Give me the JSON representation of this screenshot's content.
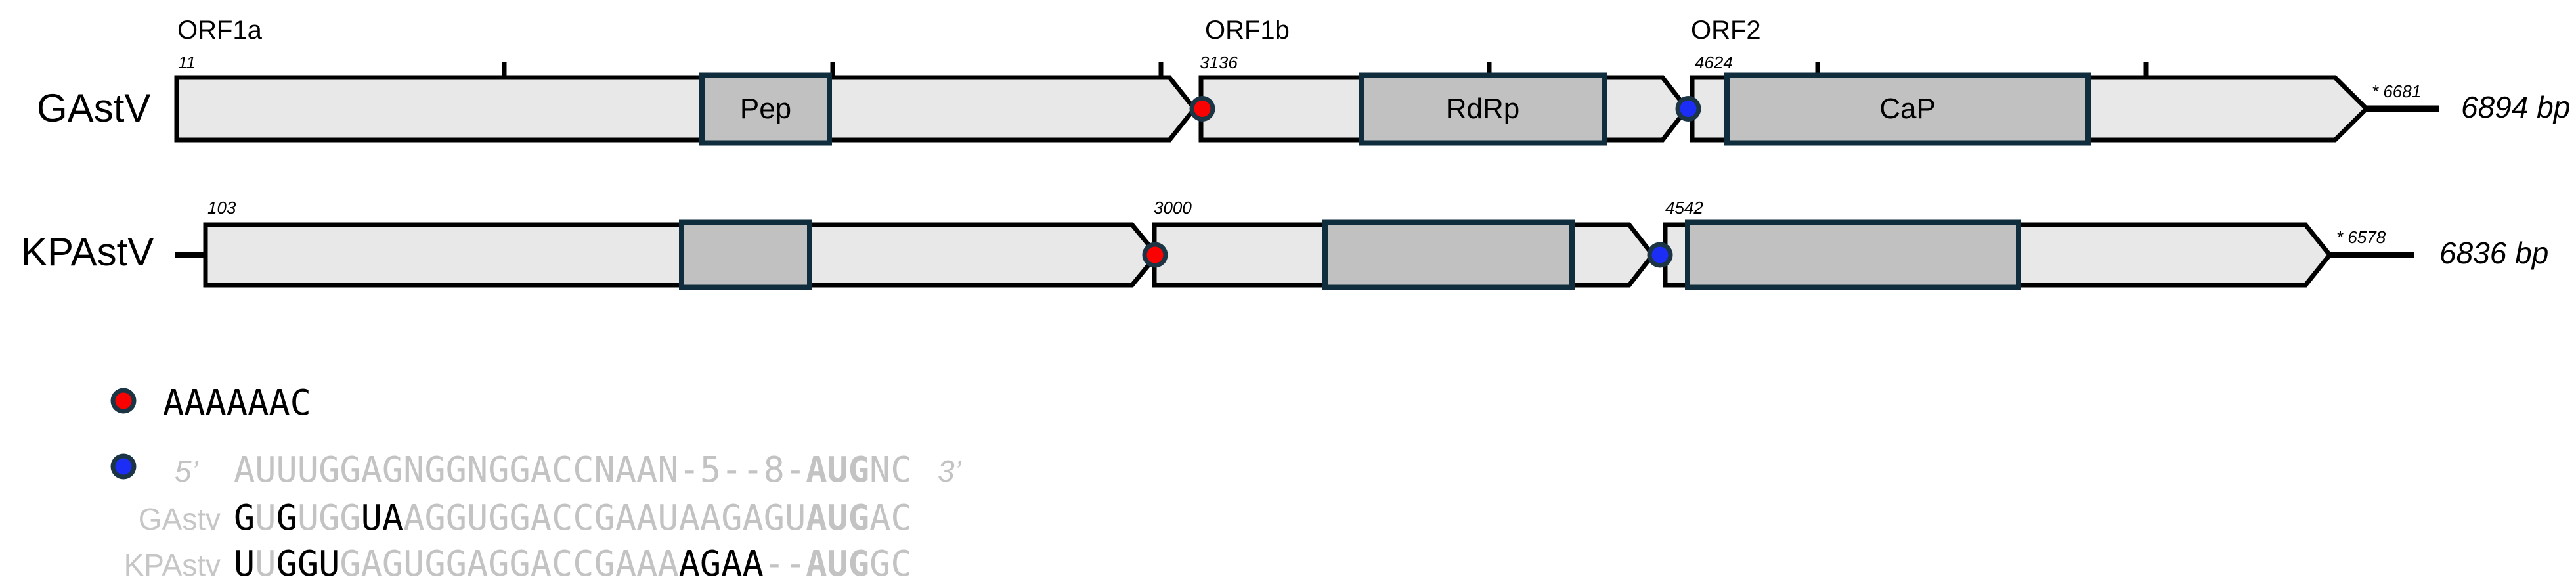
{
  "figure": {
    "orf_labels": {
      "orf1a": "ORF1a",
      "orf1b": "ORF1b",
      "orf2": "ORF2"
    },
    "rows": [
      {
        "name": "GAstV",
        "start": "11",
        "frameshift": "3136",
        "orf2_start": "4624",
        "stop": "* 6681",
        "length": "6894 bp",
        "domains": {
          "pep": "Pep",
          "rdrp": "RdRp",
          "cap": "CaP"
        }
      },
      {
        "name": "KPAstV",
        "start": "103",
        "frameshift": "3000",
        "orf2_start": "4542",
        "stop": "* 6578",
        "length": "6836 bp"
      }
    ]
  },
  "legend": {
    "polya_signal": "AAAAAAC",
    "five_prime": "5’",
    "three_prime": "3’",
    "gastv_label": "GAstv",
    "kpastv_label": "KPAstv",
    "consensus_segments": [
      {
        "t": "AUUUGGAGNGGNGGACCNAAN-5--8-",
        "c": "g"
      },
      {
        "t": "AUG",
        "c": "gb"
      },
      {
        "t": "NC",
        "c": "g"
      }
    ],
    "gastv_segments": [
      {
        "t": "G",
        "c": "b"
      },
      {
        "t": "U",
        "c": "g"
      },
      {
        "t": "G",
        "c": "b"
      },
      {
        "t": "UGG",
        "c": "g"
      },
      {
        "t": "UA",
        "c": "b"
      },
      {
        "t": "AGGUGGACCGAAUAAGAGU",
        "c": "g"
      },
      {
        "t": "AUG",
        "c": "gb"
      },
      {
        "t": "AC",
        "c": "g"
      }
    ],
    "kpastv_segments": [
      {
        "t": "U",
        "c": "b"
      },
      {
        "t": "U",
        "c": "g"
      },
      {
        "t": "GGU",
        "c": "b"
      },
      {
        "t": "GAGUGGAGGACCGAAA",
        "c": "g"
      },
      {
        "t": "AGAA",
        "c": "b"
      },
      {
        "t": "--",
        "c": "g"
      },
      {
        "t": "AUG",
        "c": "gb"
      },
      {
        "t": "GC",
        "c": "g"
      }
    ]
  },
  "colors": {
    "bar_light": "#e8e8e8",
    "domain_fill": "#c1c1c1",
    "domain_border": "#0f2d3c",
    "marker_ring": "#1b3544",
    "frameshift_red": "#fa0202",
    "orf2_start_blue": "#1c2df5",
    "sequence_gray": "#c3c3c3",
    "legend_label_gray": "#c6c6c6",
    "ink": "#000000"
  }
}
